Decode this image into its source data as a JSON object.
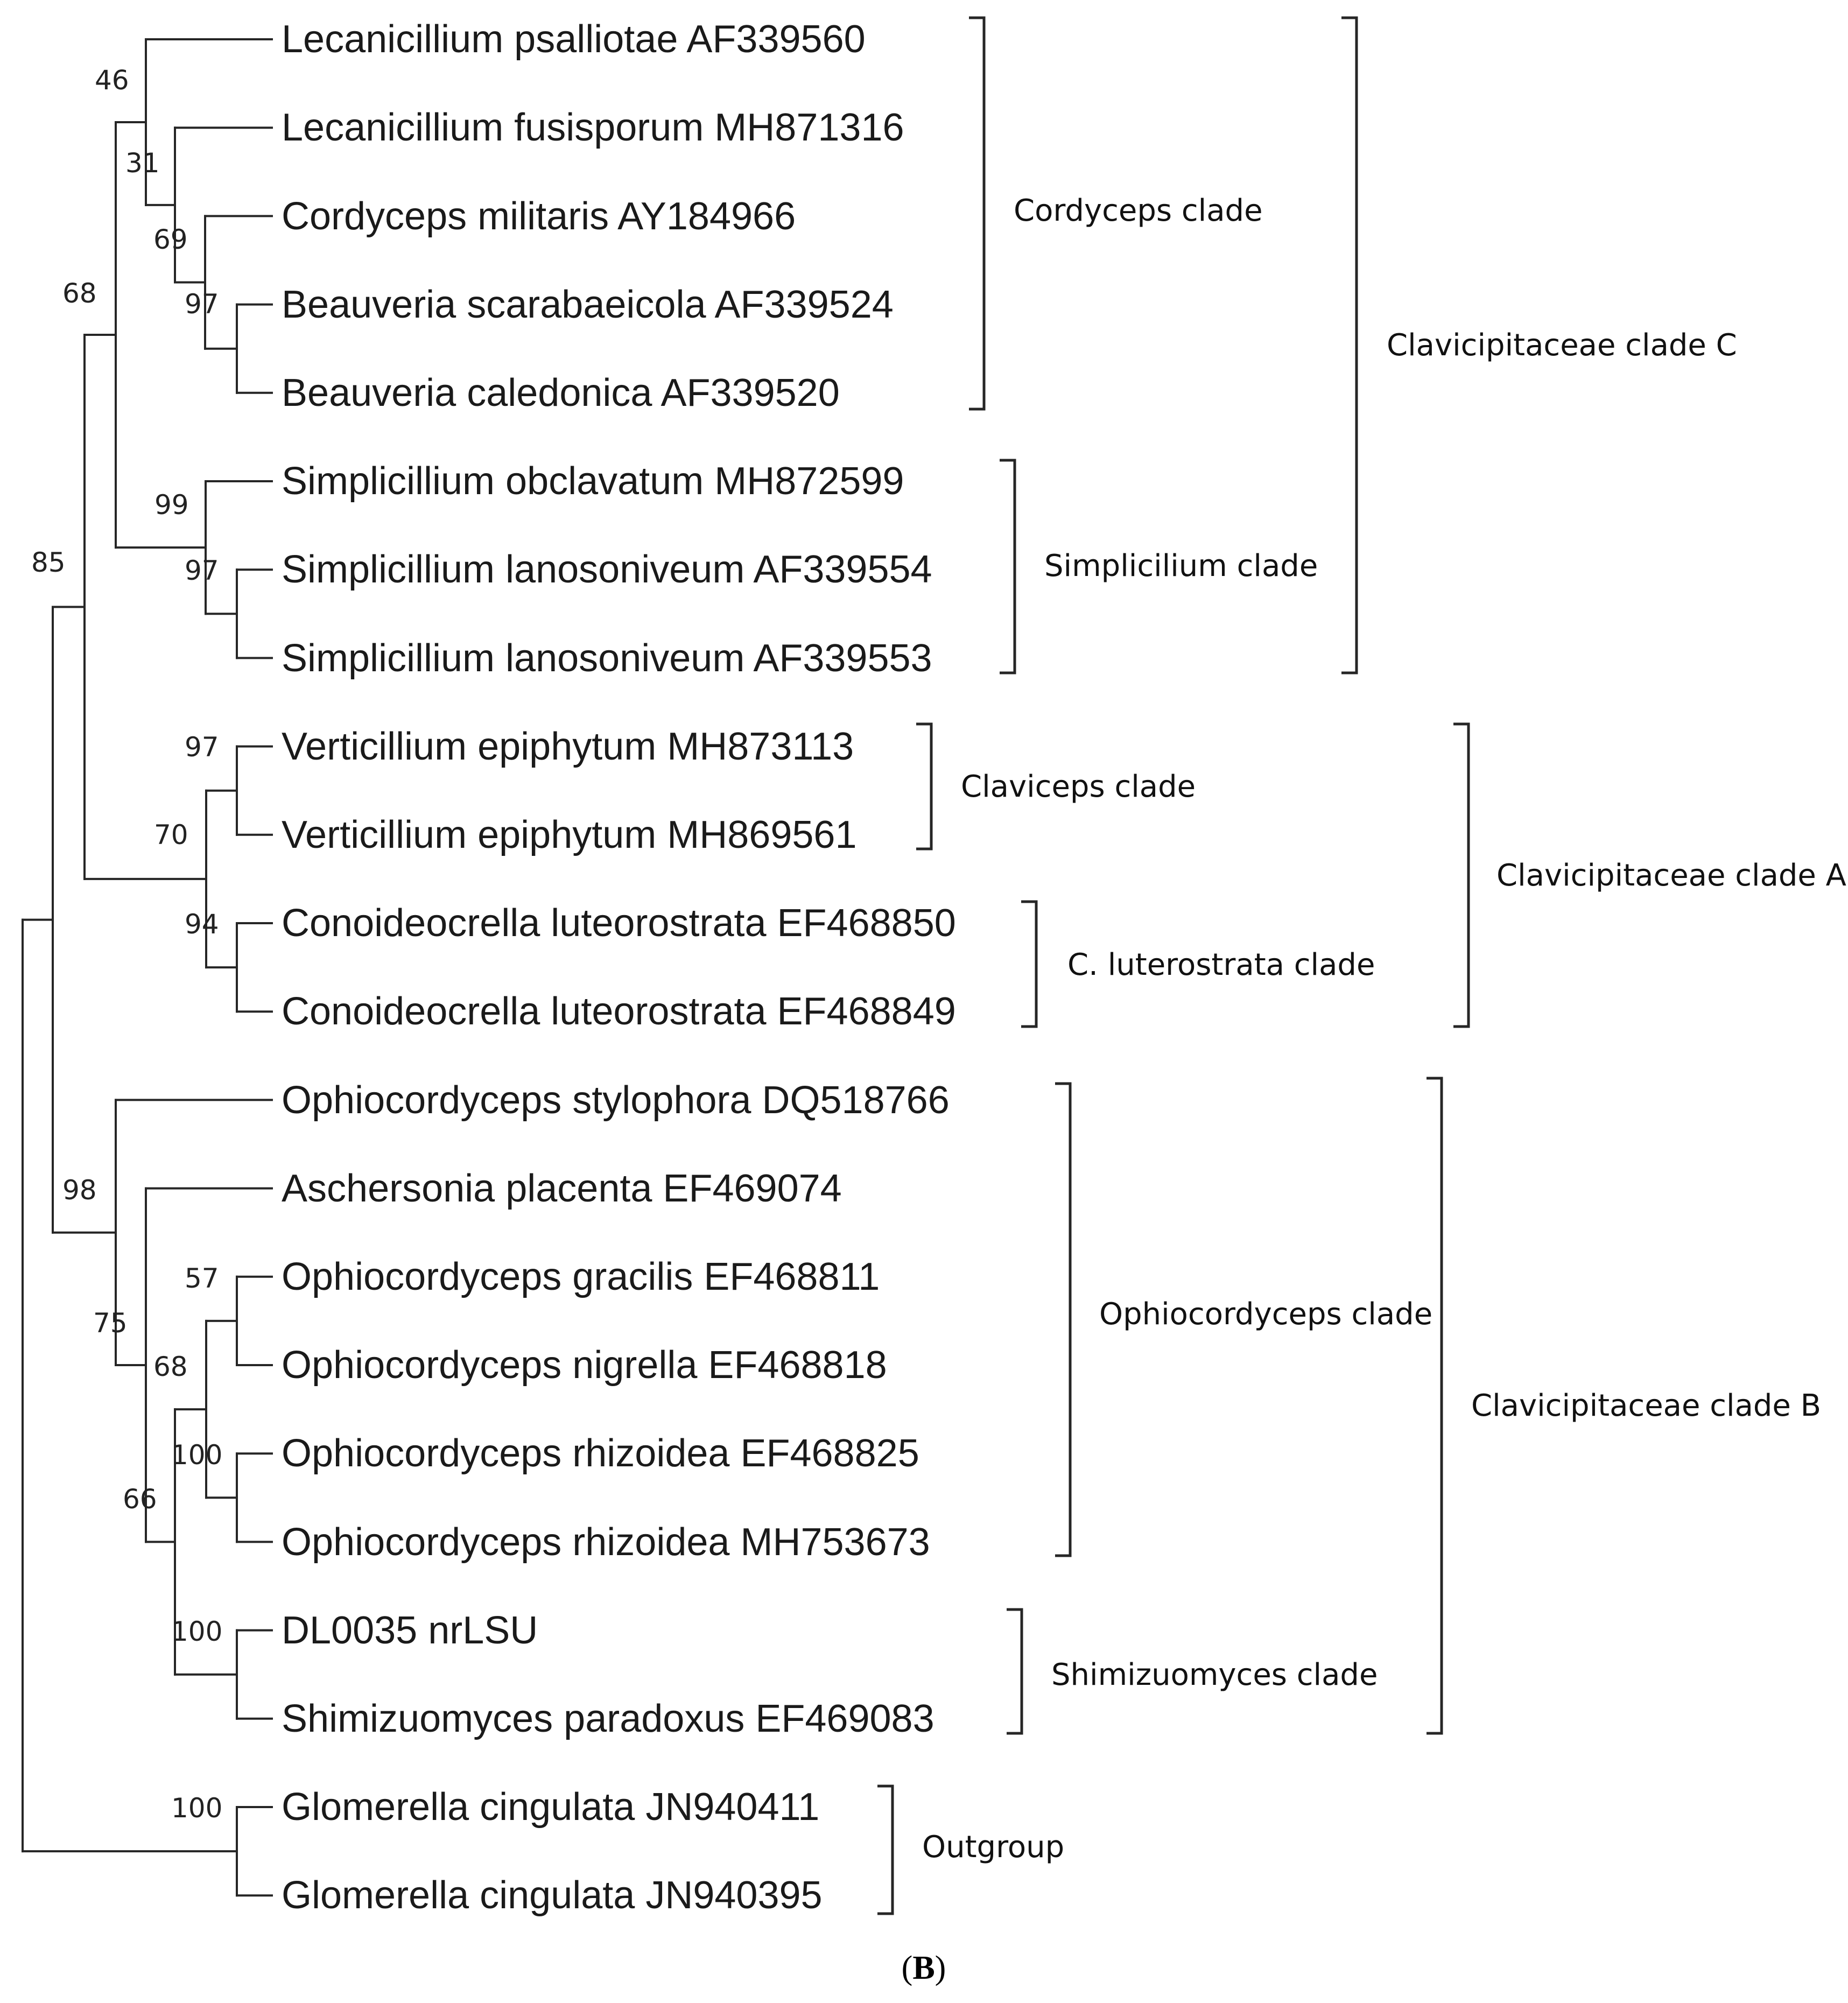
{
  "tips": [
    "Lecanicillium psalliotae AF339560",
    "Lecanicillium fusisporum MH871316",
    "Cordyceps militaris AY184966",
    "Beauveria scarabaeicola AF339524",
    "Beauveria caledonica AF339520",
    "Simplicillium obclavatum MH872599",
    "Simplicillium lanosoniveum AF339554",
    "Simplicillium lanosoniveum AF339553",
    "Verticillium epiphytum MH873113",
    "Verticillium epiphytum MH869561",
    "Conoideocrella luteorostrata EF468850",
    "Conoideocrella luteorostrata EF468849",
    "Ophiocordyceps stylophora DQ518766",
    "Aschersonia placenta EF469074",
    "Ophiocordyceps gracilis EF468811",
    "Ophiocordyceps nigrella EF468818",
    "Ophiocordyceps rhizoidea EF468825",
    "Ophiocordyceps rhizoidea MH753673",
    "DL0035 nrLSU",
    "Shimizuomyces paradoxus EF469083",
    "Glomerella cingulata JN940411",
    "Glomerella cingulata JN940395"
  ],
  "nodes": [
    {
      "id": "n_lec_psal",
      "support": "46"
    },
    {
      "id": "n_lec_fus",
      "support": "31"
    },
    {
      "id": "n_cord",
      "support": "69"
    },
    {
      "id": "n_beau",
      "support": "97"
    },
    {
      "id": "n_simp_all",
      "support": "99"
    },
    {
      "id": "n_simp_lan",
      "support": "97"
    },
    {
      "id": "n_clade_c",
      "support": "68"
    },
    {
      "id": "n_vert",
      "support": "97"
    },
    {
      "id": "n_clade_a",
      "support": "70"
    },
    {
      "id": "n_cono",
      "support": "94"
    },
    {
      "id": "n_ingroup_ca",
      "support": "85"
    },
    {
      "id": "n_oph_gn",
      "support": "57"
    },
    {
      "id": "n_oph_rh",
      "support": "100"
    },
    {
      "id": "n_oph4",
      "support": "68"
    },
    {
      "id": "n_shim",
      "support": "100"
    },
    {
      "id": "n_oph_shim",
      "support": "66"
    },
    {
      "id": "n_asch",
      "support": "75"
    },
    {
      "id": "n_clade_b",
      "support": "98"
    },
    {
      "id": "n_outgroup",
      "support": "100"
    }
  ],
  "clades": [
    {
      "label": "Cordyceps clade"
    },
    {
      "label": "Simplicilium clade"
    },
    {
      "label": "Claviceps clade"
    },
    {
      "label": "C. luterostrata clade"
    },
    {
      "label": "Ophiocordyceps clade"
    },
    {
      "label": "Shimizuomyces clade"
    },
    {
      "label": "Outgroup"
    },
    {
      "label": "Clavicipitaceae clade C"
    },
    {
      "label": "Clavicipitaceae clade A"
    },
    {
      "label": "Clavicipitaceae clade B"
    }
  ],
  "caption": {
    "open": "(",
    "letter": "B",
    "close": ")"
  }
}
